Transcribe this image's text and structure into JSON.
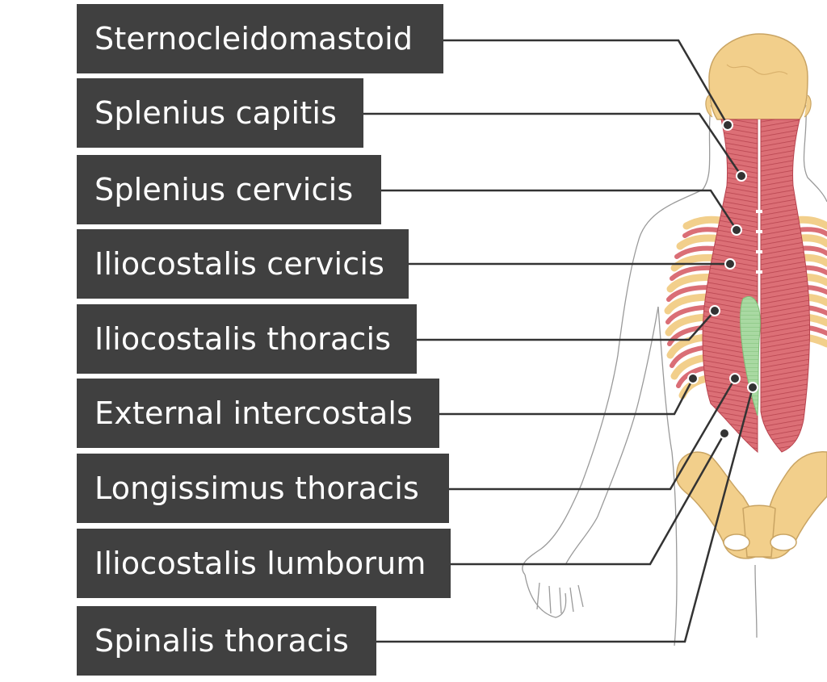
{
  "labels": [
    {
      "text": "Sternocleidomastoid"
    },
    {
      "text": "Splenius capitis"
    },
    {
      "text": "Splenius cervicis"
    },
    {
      "text": "Iliocostalis cervicis"
    },
    {
      "text": "Iliocostalis thoracis"
    },
    {
      "text": "External intercostals"
    },
    {
      "text": "Longissimus thoracis"
    },
    {
      "text": "Iliocostalis lumborum"
    },
    {
      "text": "Spinalis thoracis"
    }
  ],
  "colors": {
    "label_bg": "#404040",
    "label_text": "#ffffff",
    "leader_line": "#333333",
    "bone": "#f2cf8b",
    "muscle": "#d9676f",
    "muscle_stripe": "#b8444f",
    "spinalis": "#a8d8a0",
    "outline": "#9a9a9a"
  }
}
